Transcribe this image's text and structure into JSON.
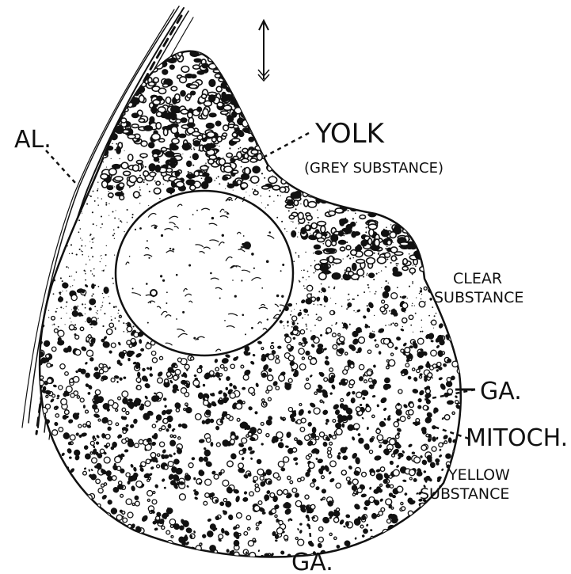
{
  "labels": {
    "al": "AL.",
    "yolk": "YOLK",
    "grey_substance": "(GREY SUBSTANCE)",
    "clear_substance_line1": "CLEAR",
    "clear_substance_line2": "SUBSTANCE",
    "ga_right": "GA.",
    "mitoch": "MITOCH.",
    "yellow_substance_line1": "YELLOW",
    "yellow_substance_line2": "SUBSTANCE",
    "ga_bottom": "GA."
  },
  "colors": {
    "ink": "#111111",
    "paper": "#ffffff"
  },
  "icons": {
    "orientation_arrow": "arrow-up-icon"
  }
}
